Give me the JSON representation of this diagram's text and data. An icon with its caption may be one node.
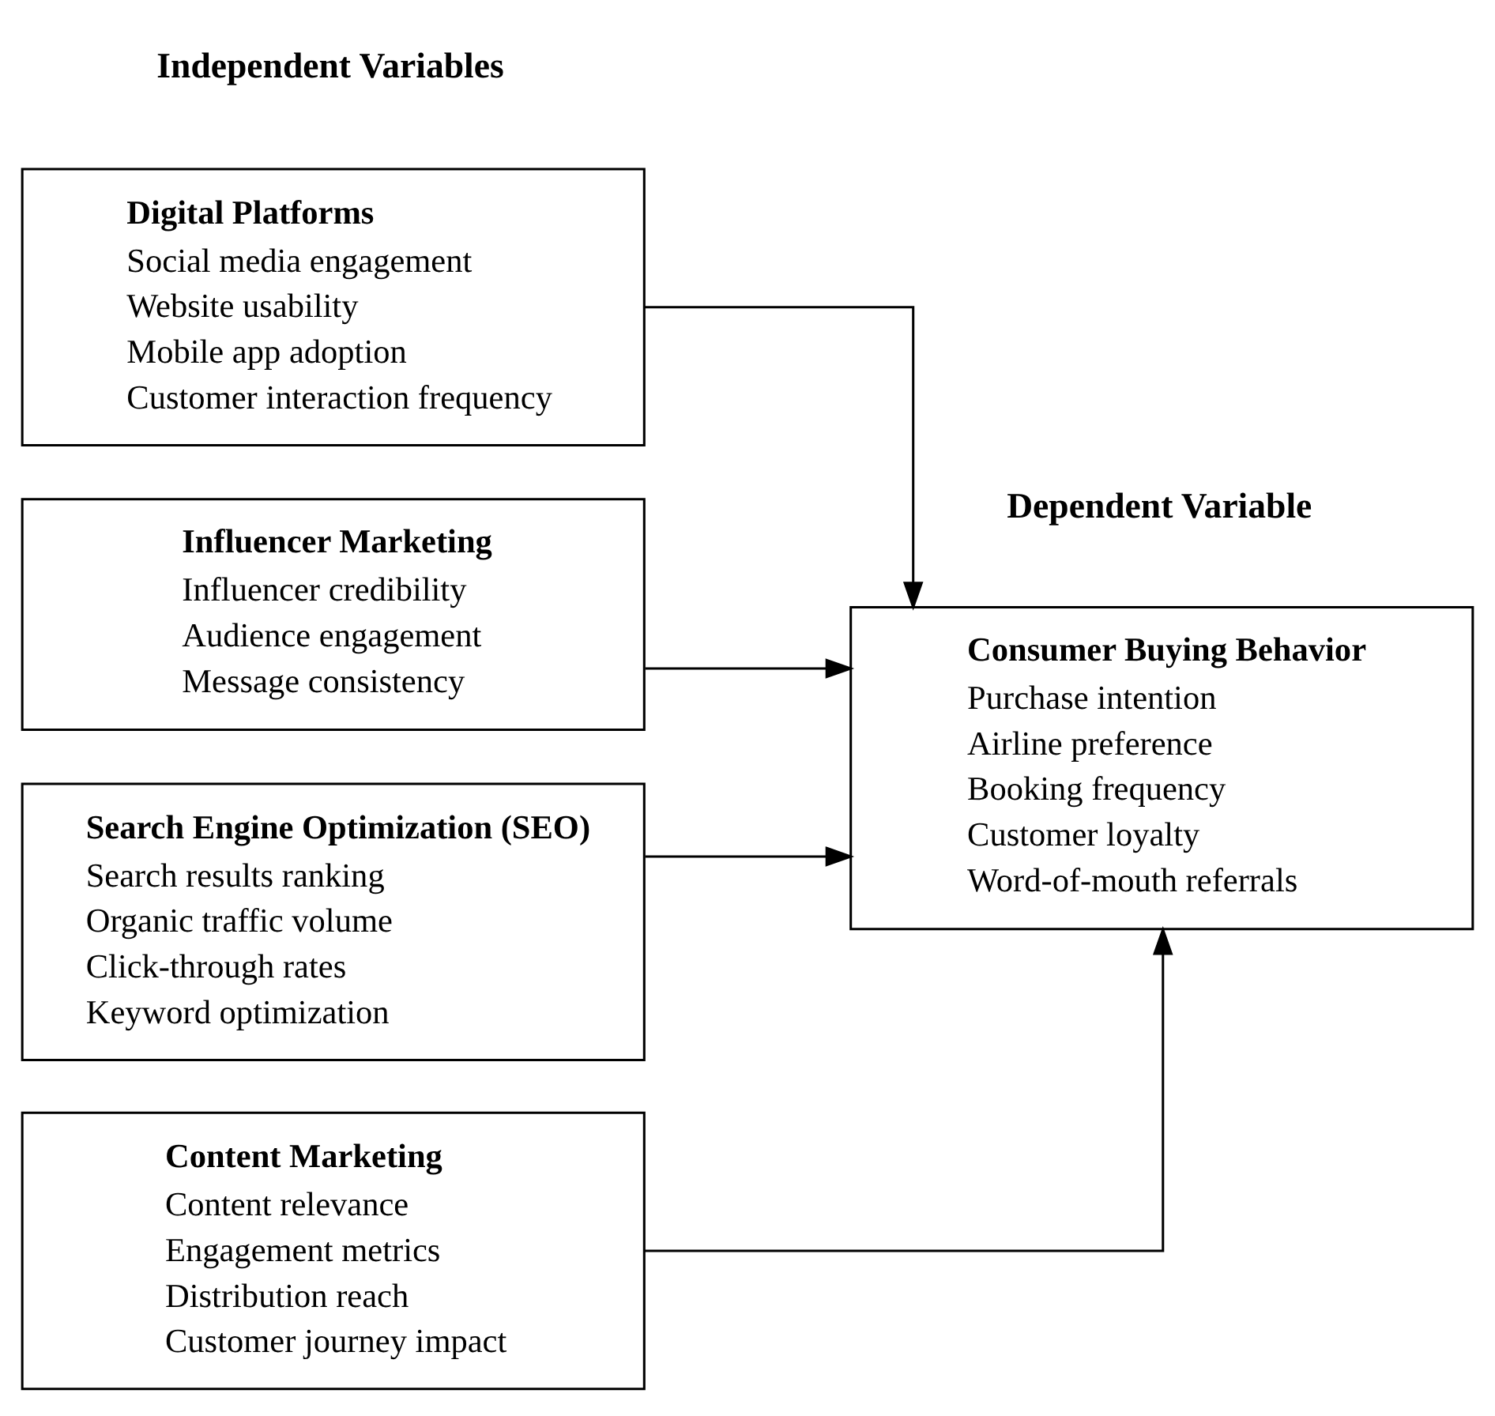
{
  "diagram": {
    "nodes": [
      {
        "text": [
          "Digital Platforms",
          "Social media engagement",
          "Website usability",
          "Mobile app adoption",
          "Customer interaction frequency"
        ]
      },
      {
        "text": [
          "Influencer Marketing",
          "Influencer credibility",
          "Audience engagement",
          "Message consistency"
        ]
      },
      {
        "text": [
          "Search Engine Optimization (SEO)",
          "Search results ranking",
          "Organic traffic volume",
          "Click-through rates",
          "Keyword optimization"
        ]
      },
      {
        "text": [
          "Content Marketing",
          "Content relevance",
          "Engagement metrics",
          "Distribution reach",
          "Customer journey impact"
        ]
      },
      {
        "text": [
          "Consumer Buying Behavior",
          "Purchase intention",
          "Airline preference",
          "Booking frequency",
          "Customer loyalty",
          "Word-of-mouth referrals"
        ]
      }
    ],
    "edges": [
      {
        "from": 0,
        "to": 4,
        "arrow": "to"
      },
      {
        "from": 1,
        "to": 4,
        "arrow": "to"
      },
      {
        "from": 2,
        "to": 4,
        "arrow": "to"
      },
      {
        "from": 3,
        "to": 4,
        "arrow": "to"
      }
    ],
    "labels": [
      "Independent Variables",
      "Dependent Variable"
    ]
  }
}
